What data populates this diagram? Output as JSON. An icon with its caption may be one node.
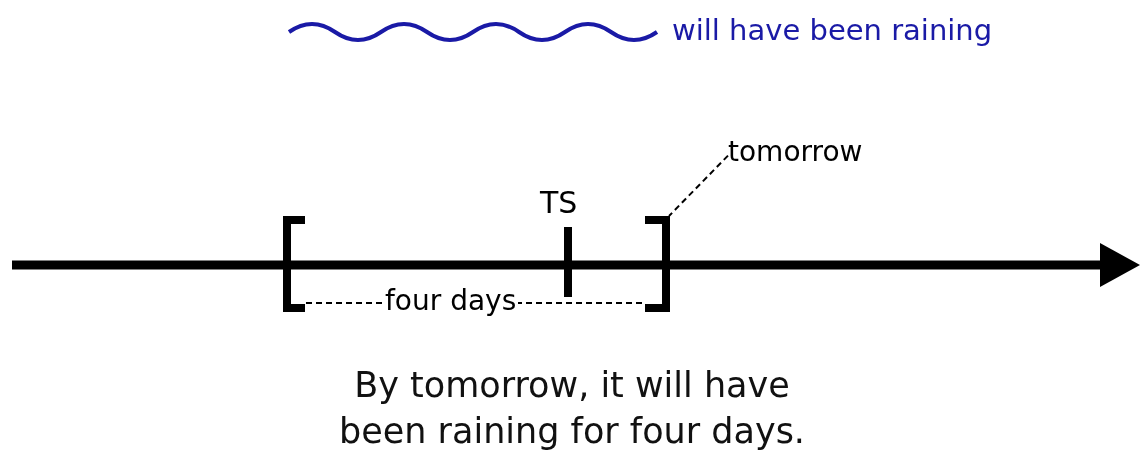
{
  "diagram": {
    "caption": "By tomorrow, it will have been raining for four days.",
    "nodes": [
      {
        "text": [
          "tomorrow"
        ]
      },
      {
        "text": [],
        "shape": "bracket"
      }
    ],
    "edges": [
      {
        "from": 0,
        "to": 1,
        "arrow": "none",
        "style": "dashed"
      }
    ],
    "labels": [
      "TS",
      "four days"
    ],
    "legend": [
      {
        "text": "will have been raining"
      }
    ]
  }
}
